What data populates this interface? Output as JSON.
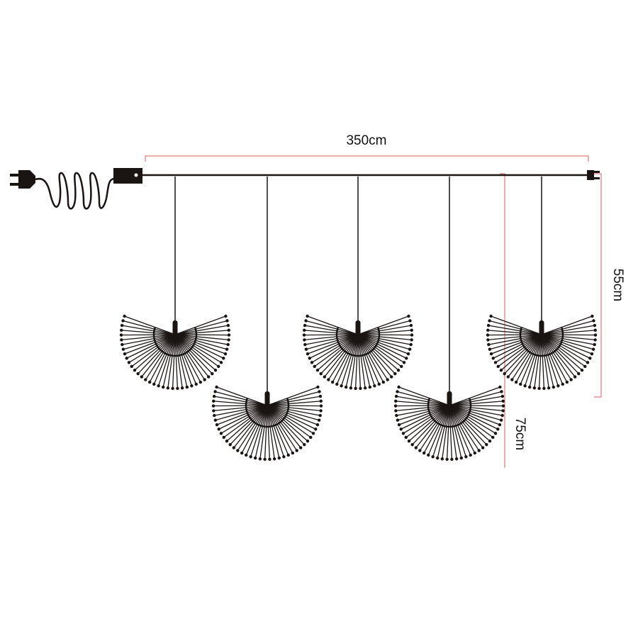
{
  "dimensions": {
    "total_length": "350cm",
    "short_drop": "55cm",
    "long_drop": "75cm"
  },
  "colors": {
    "line": "#1a1413",
    "dimension": "#e07a7a"
  },
  "lamps": [
    {
      "position": "high"
    },
    {
      "position": "low"
    },
    {
      "position": "high"
    },
    {
      "position": "low"
    },
    {
      "position": "high"
    }
  ]
}
